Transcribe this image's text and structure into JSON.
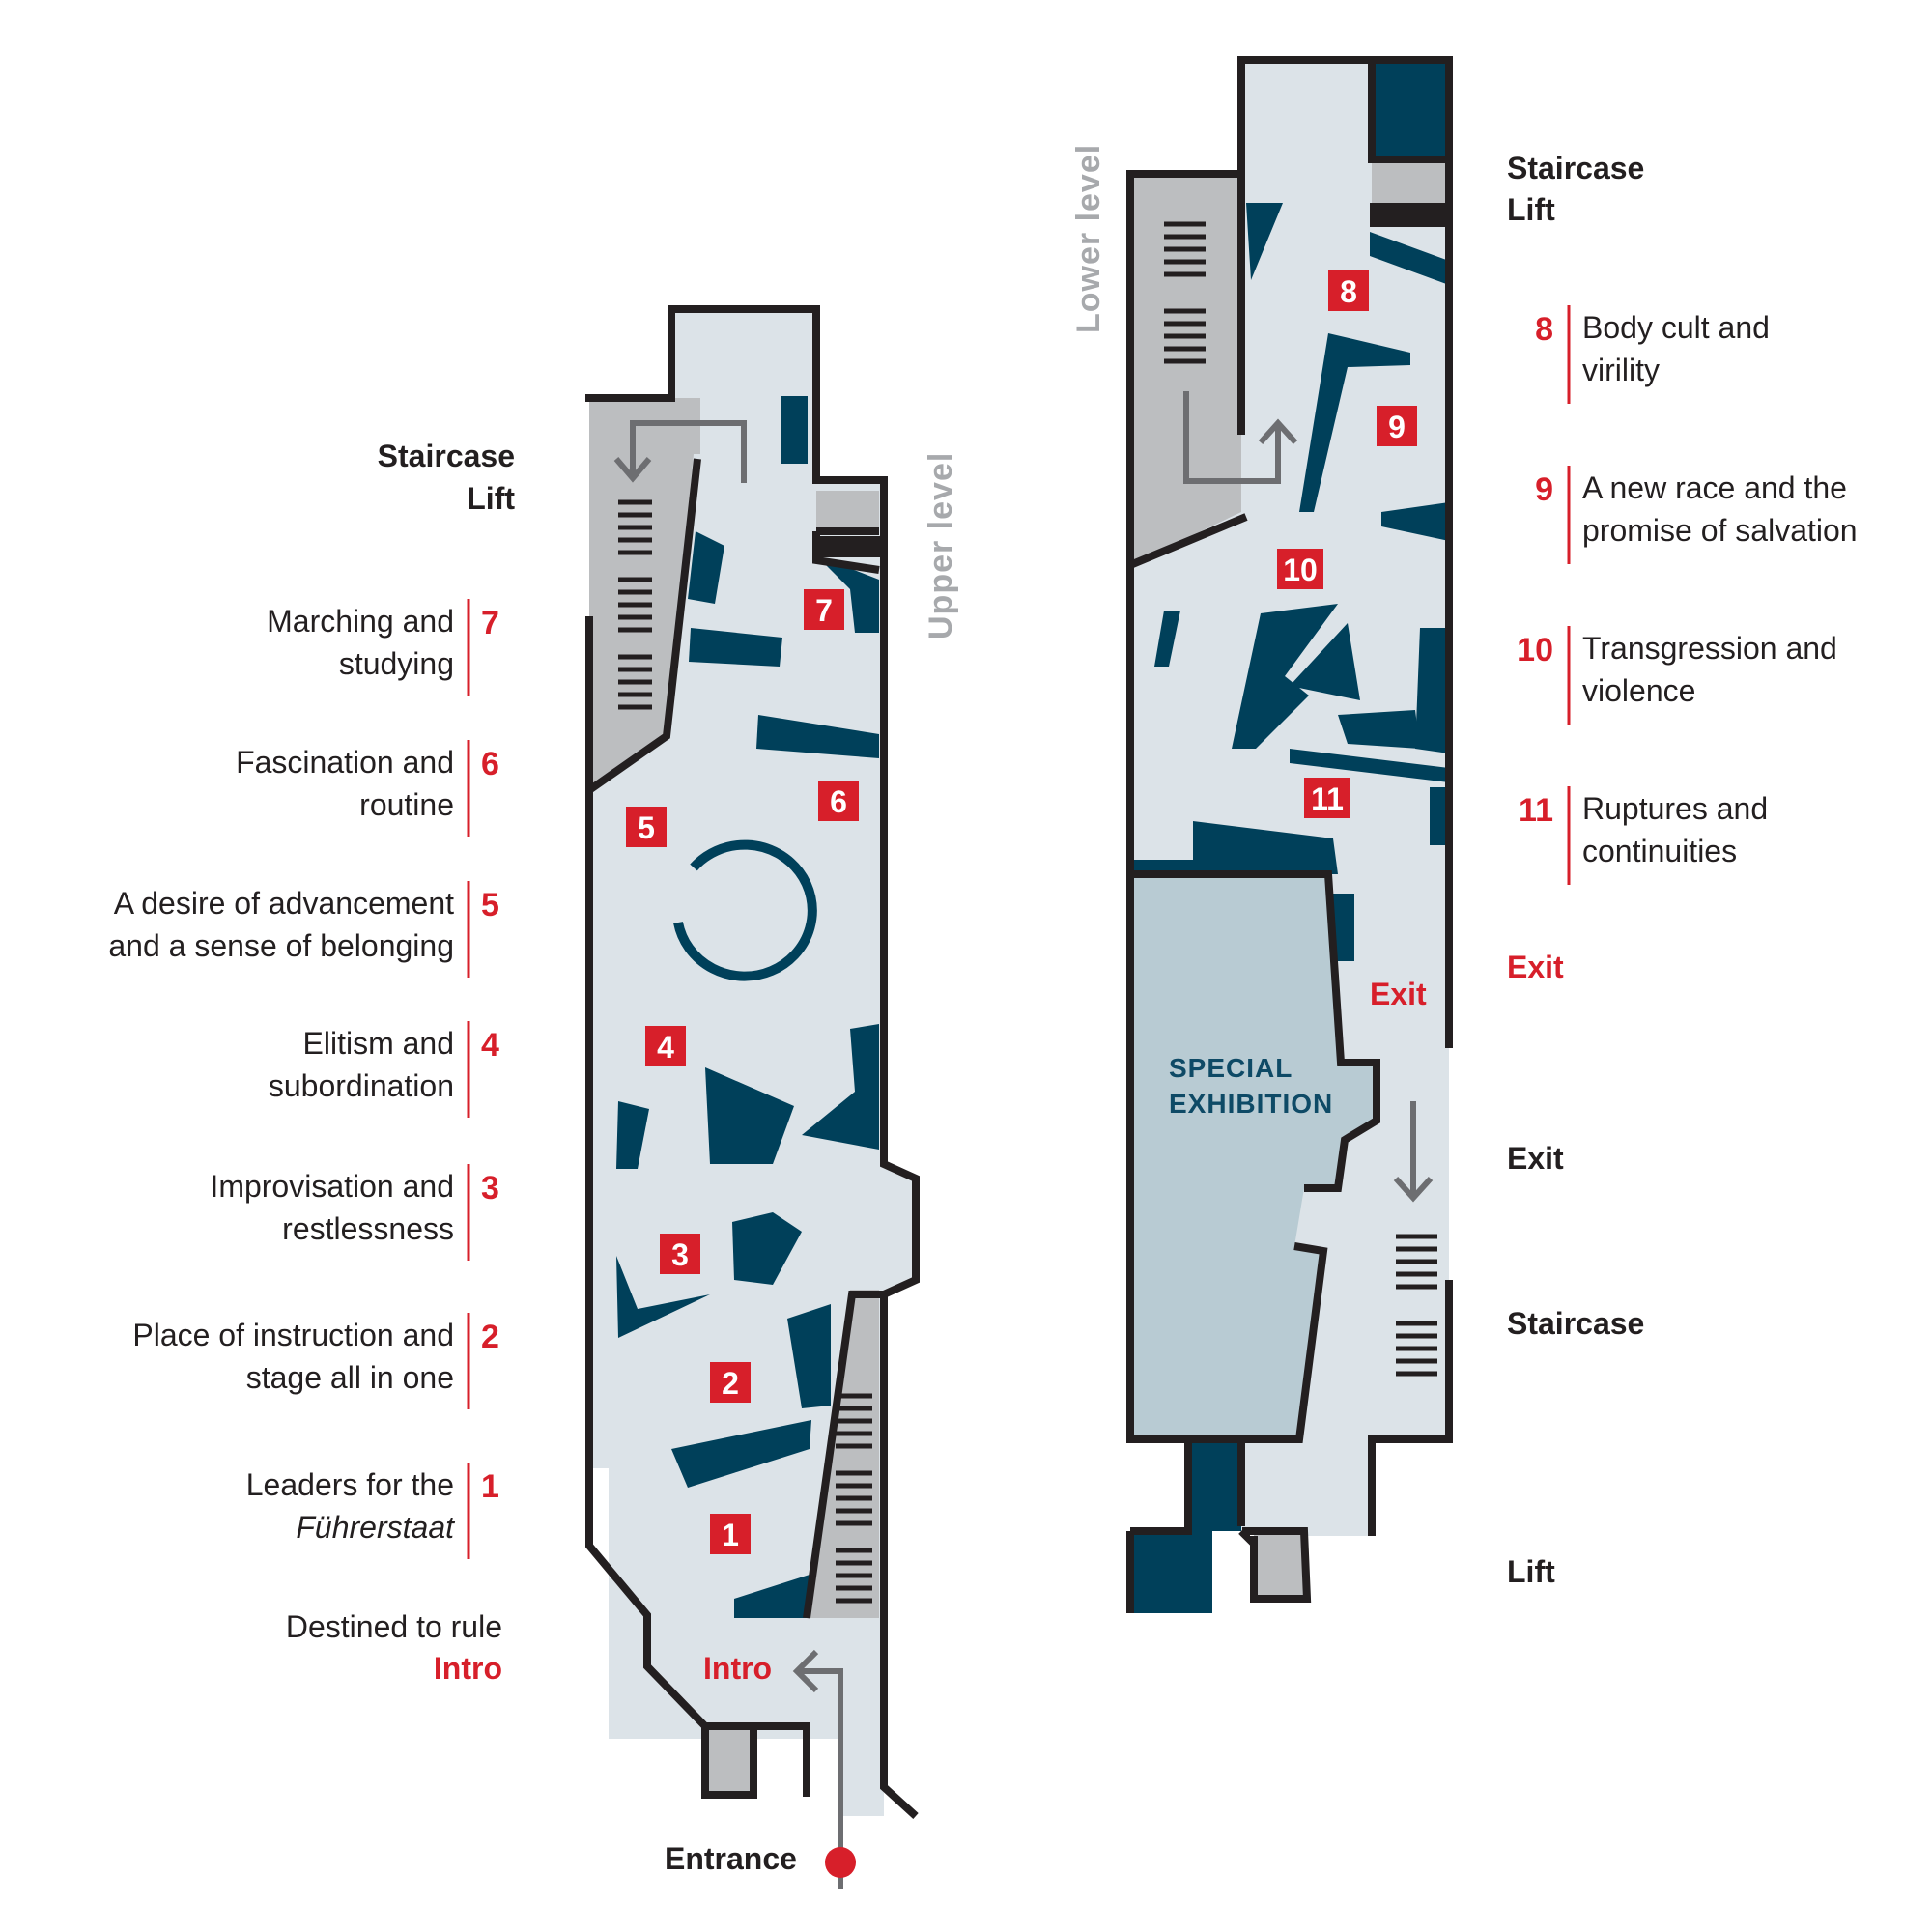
{
  "colors": {
    "floor": "#dce3e8",
    "wall": "#231f20",
    "exhibit": "#00405a",
    "service": "#bcbec0",
    "special": "#b8cbd3",
    "accent": "#d71f2a",
    "arrow": "#6d6e71",
    "level_label": "#a7a9ac"
  },
  "levels": {
    "upper": "Upper level",
    "lower": "Lower level"
  },
  "upper_side": {
    "staircase": "Staircase",
    "lift": "Lift"
  },
  "lower_side": {
    "staircase_top": "Staircase",
    "lift_top": "Lift",
    "exit_red": "Exit",
    "exit_black": "Exit",
    "staircase_bottom": "Staircase",
    "lift_bottom": "Lift"
  },
  "upper_legend": [
    {
      "num": "7",
      "line1": "Marching and",
      "line2": "studying"
    },
    {
      "num": "6",
      "line1": "Fascination and",
      "line2": "routine"
    },
    {
      "num": "5",
      "line1": "A desire of advancement",
      "line2": "and a sense of belonging"
    },
    {
      "num": "4",
      "line1": "Elitism and",
      "line2": "subordination"
    },
    {
      "num": "3",
      "line1": "Improvisation and",
      "line2": "restlessness"
    },
    {
      "num": "2",
      "line1": "Place of instruction and",
      "line2": "stage all in one"
    },
    {
      "num": "1",
      "line1": "Leaders for the",
      "line2": "Führerstaat"
    }
  ],
  "intro_legend": {
    "line1": "Destined to rule",
    "line2": "Intro"
  },
  "lower_legend": [
    {
      "num": "8",
      "line1": "Body cult and",
      "line2": "virility"
    },
    {
      "num": "9",
      "line1": "A new race and the",
      "line2": "promise of salvation"
    },
    {
      "num": "10",
      "line1": "Transgression and",
      "line2": "violence"
    },
    {
      "num": "11",
      "line1": "Ruptures and",
      "line2": "continuities"
    }
  ],
  "map_markers": {
    "m1": "1",
    "m2": "2",
    "m3": "3",
    "m4": "4",
    "m5": "5",
    "m6": "6",
    "m7": "7",
    "m8": "8",
    "m9": "9",
    "m10": "10",
    "m11": "11"
  },
  "map_labels": {
    "intro": "Intro",
    "exit": "Exit",
    "special_line1": "SPECIAL",
    "special_line2": "EXHIBITION",
    "entrance": "Entrance"
  }
}
